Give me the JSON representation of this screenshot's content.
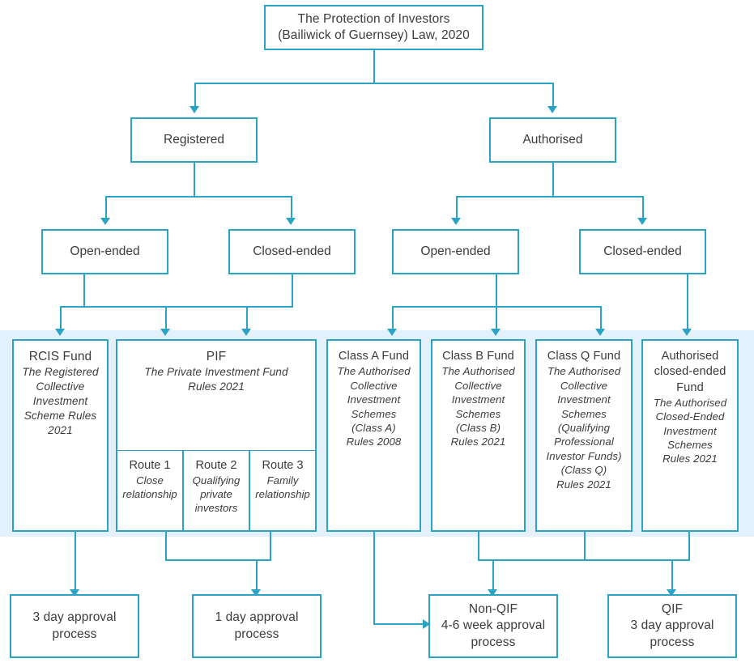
{
  "diagram": {
    "title_node": {
      "id": "protection-of-investors-law",
      "line1": "The Protection of Investors",
      "line2": "(Bailiwick of Guernsey) Law, 2020"
    },
    "tier2": [
      {
        "id": "registered",
        "label": "Registered"
      },
      {
        "id": "authorised",
        "label": "Authorised"
      }
    ],
    "tier3": [
      {
        "id": "registered-open-ended",
        "label": "Open-ended"
      },
      {
        "id": "registered-closed-ended",
        "label": "Closed-ended"
      },
      {
        "id": "authorised-open-ended",
        "label": "Open-ended"
      },
      {
        "id": "authorised-closed-ended",
        "label": "Closed-ended"
      }
    ],
    "funds": [
      {
        "id": "rcis-fund",
        "title": "RCIS Fund",
        "rules": [
          "The Registered",
          "Collective",
          "Investment",
          "Scheme Rules",
          "2021"
        ]
      },
      {
        "id": "pif",
        "title": "PIF",
        "rules": [
          "The Private Investment Fund",
          "Rules 2021"
        ],
        "routes": [
          {
            "id": "route-1",
            "name": "Route 1",
            "desc": [
              "Close",
              "relationship"
            ]
          },
          {
            "id": "route-2",
            "name": "Route 2",
            "desc": [
              "Qualifying",
              "private",
              "investors"
            ]
          },
          {
            "id": "route-3",
            "name": "Route 3",
            "desc": [
              "Family",
              "relationship"
            ]
          }
        ]
      },
      {
        "id": "class-a-fund",
        "title": "Class A Fund",
        "rules": [
          "The Authorised",
          "Collective",
          "Investment",
          "Schemes",
          "(Class A)",
          "Rules 2008"
        ]
      },
      {
        "id": "class-b-fund",
        "title": "Class B Fund",
        "rules": [
          "The Authorised",
          "Collective",
          "Investment",
          "Schemes",
          "(Class B)",
          "Rules 2021"
        ]
      },
      {
        "id": "class-q-fund",
        "title": "Class Q Fund",
        "rules": [
          "The Authorised",
          "Collective",
          "Investment",
          "Schemes",
          "(Qualifying",
          "Professional",
          "Investor Funds)",
          "(Class Q)",
          "Rules 2021"
        ]
      },
      {
        "id": "authorised-closed-ended-fund",
        "title_lines": [
          "Authorised",
          "closed-ended",
          "Fund"
        ],
        "rules": [
          "The Authorised",
          "Closed-Ended",
          "Investment",
          "Schemes",
          "Rules 2021"
        ]
      }
    ],
    "outcomes": [
      {
        "id": "rcis-approval",
        "lines": [
          "3 day approval",
          "process"
        ]
      },
      {
        "id": "pif-approval",
        "lines": [
          "1 day approval",
          "process"
        ]
      },
      {
        "id": "non-qif-approval",
        "lines": [
          "Non-QIF",
          "4-6 week approval",
          "process"
        ]
      },
      {
        "id": "qif-approval",
        "lines": [
          "QIF",
          "3 day approval",
          "process"
        ]
      }
    ],
    "colors": {
      "stroke": "#2aa3c4",
      "band": "#e2f1fb",
      "text": "#3c3c3b",
      "background": "#ffffff"
    }
  }
}
